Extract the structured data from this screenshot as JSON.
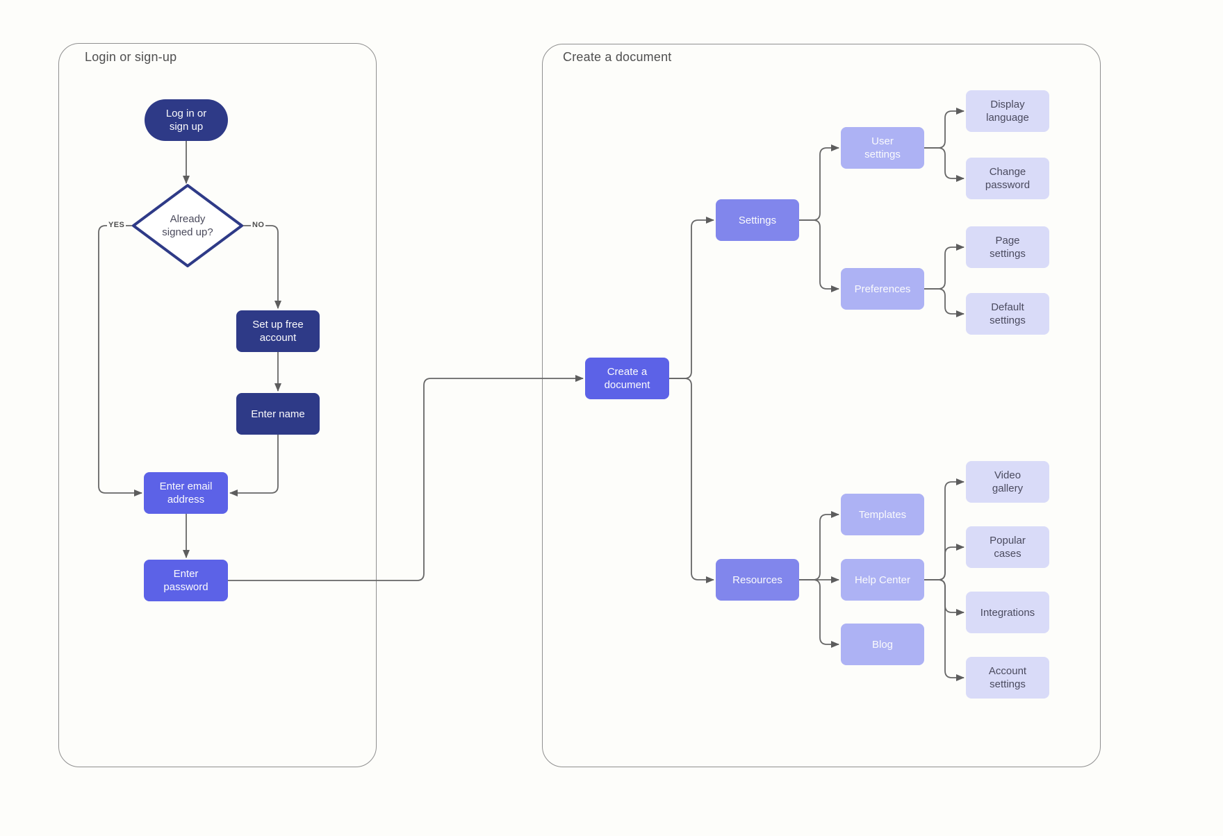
{
  "diagram": {
    "type": "flowchart",
    "containers": {
      "login": {
        "title": "Login or sign-up"
      },
      "create": {
        "title": "Create a document"
      }
    },
    "edge_labels": {
      "yes": "YES",
      "no": "NO"
    },
    "nodes": {
      "login_start": {
        "label": "Log in or\nsign up"
      },
      "decision": {
        "label": "Already\nsigned up?"
      },
      "setup_account": {
        "label": "Set up free\naccount"
      },
      "enter_name": {
        "label": "Enter name"
      },
      "enter_email": {
        "label": "Enter email\naddress"
      },
      "enter_password": {
        "label": "Enter\npassword"
      },
      "create_document": {
        "label": "Create a\ndocument"
      },
      "settings": {
        "label": "Settings"
      },
      "user_settings": {
        "label": "User\nsettings"
      },
      "display_language": {
        "label": "Display\nlanguage"
      },
      "change_password": {
        "label": "Change\npassword"
      },
      "preferences": {
        "label": "Preferences"
      },
      "page_settings": {
        "label": "Page\nsettings"
      },
      "default_settings": {
        "label": "Default\nsettings"
      },
      "resources": {
        "label": "Resources"
      },
      "templates": {
        "label": "Templates"
      },
      "help_center": {
        "label": "Help Center"
      },
      "blog": {
        "label": "Blog"
      },
      "video_gallery": {
        "label": "Video\ngallery"
      },
      "popular_cases": {
        "label": "Popular\ncases"
      },
      "integrations": {
        "label": "Integrations"
      },
      "account_settings": {
        "label": "Account\nsettings"
      }
    },
    "colors": {
      "node_dark_navy": "#2e3a87",
      "node_blue": "#5c62e7",
      "node_purple": "#8186ec",
      "node_light_purple": "#adb2f4",
      "node_pale_lavender": "#d9dbf8",
      "connector_gray": "#666666",
      "container_border": "#8f8f8f",
      "title_text": "#4f4f4f",
      "dark_node_text": "#fafafc",
      "pale_node_text": "#4a4a5e",
      "background": "#fdfdfa"
    }
  }
}
